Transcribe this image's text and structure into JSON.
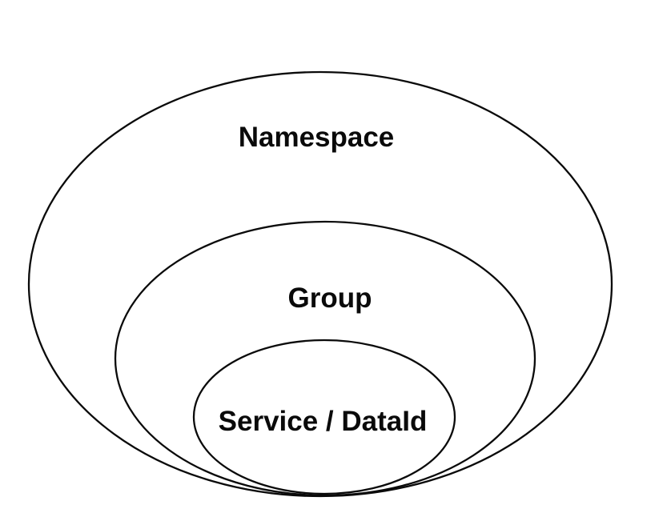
{
  "diagram": {
    "type": "nested-ellipses-hierarchy",
    "background_color": "#ffffff",
    "stroke_color": "#0a0a0a",
    "text_color": "#0a0a0a",
    "levels": [
      {
        "label": "Namespace"
      },
      {
        "label": "Group"
      },
      {
        "label": "Service / DataId"
      }
    ]
  }
}
